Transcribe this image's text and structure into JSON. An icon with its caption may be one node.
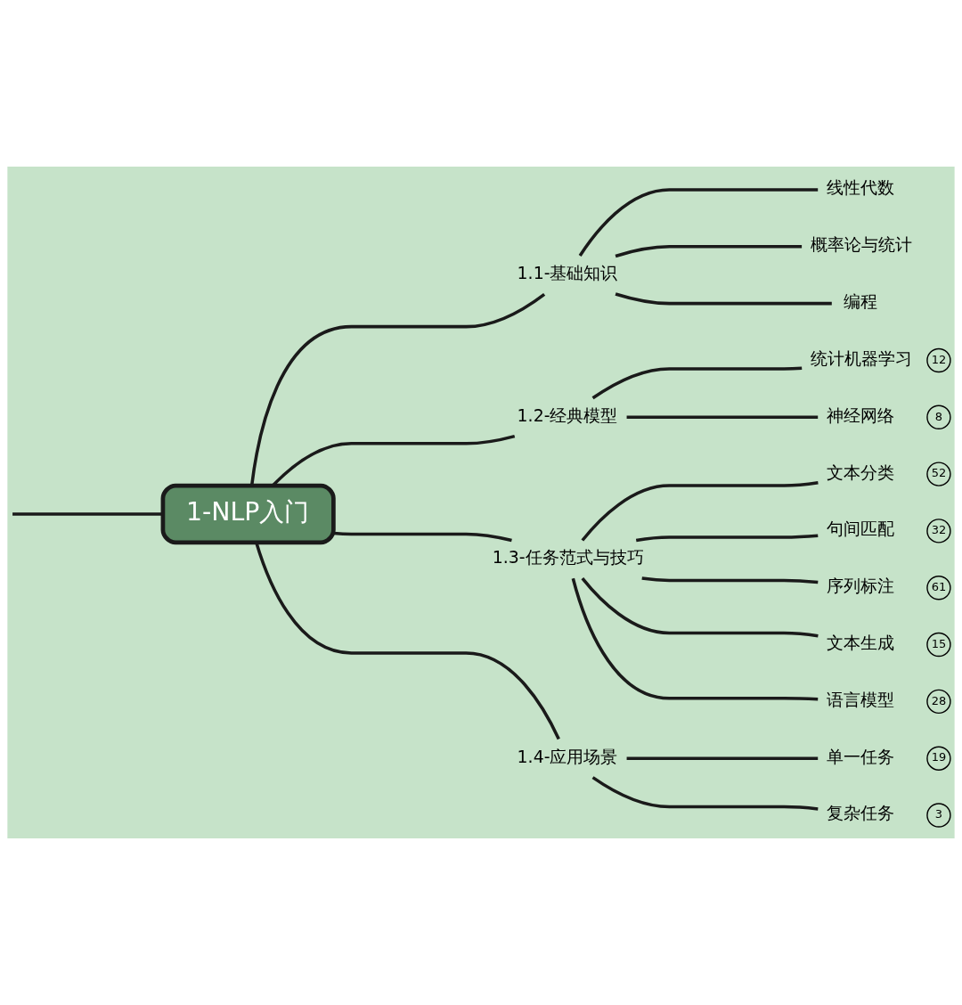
{
  "diagram": {
    "nodes": [
      {
        "text": [
          "1-NLP入门"
        ]
      },
      {
        "text": [
          "1.1-基础知识"
        ]
      },
      {
        "text": [
          "线性代数"
        ]
      },
      {
        "text": [
          "概率论与统计"
        ]
      },
      {
        "text": [
          "编程"
        ]
      },
      {
        "text": [
          "1.2-经典模型"
        ]
      },
      {
        "text": [
          "统计机器学习"
        ],
        "beside": [
          "12"
        ]
      },
      {
        "text": [
          "神经网络"
        ],
        "beside": [
          "8"
        ]
      },
      {
        "text": [
          "1.3-任务范式与技巧"
        ]
      },
      {
        "text": [
          "文本分类"
        ],
        "beside": [
          "52"
        ]
      },
      {
        "text": [
          "句间匹配"
        ],
        "beside": [
          "32"
        ]
      },
      {
        "text": [
          "序列标注"
        ],
        "beside": [
          "61"
        ]
      },
      {
        "text": [
          "文本生成"
        ],
        "beside": [
          "15"
        ]
      },
      {
        "text": [
          "语言模型"
        ],
        "beside": [
          "28"
        ]
      },
      {
        "text": [
          "1.4-应用场景"
        ]
      },
      {
        "text": [
          "单一任务"
        ],
        "beside": [
          "19"
        ]
      },
      {
        "text": [
          "复杂任务"
        ],
        "beside": [
          "3"
        ]
      }
    ],
    "edges": [
      {
        "from": null,
        "to": 0,
        "arrow": "none"
      },
      {
        "from": 0,
        "to": 1,
        "arrow": "none"
      },
      {
        "from": 1,
        "to": 2,
        "arrow": "none"
      },
      {
        "from": 1,
        "to": 3,
        "arrow": "none"
      },
      {
        "from": 1,
        "to": 4,
        "arrow": "none"
      },
      {
        "from": 0,
        "to": 5,
        "arrow": "none"
      },
      {
        "from": 5,
        "to": 6,
        "arrow": "none"
      },
      {
        "from": 5,
        "to": 7,
        "arrow": "none"
      },
      {
        "from": 0,
        "to": 8,
        "arrow": "none"
      },
      {
        "from": 8,
        "to": 9,
        "arrow": "none"
      },
      {
        "from": 8,
        "to": 10,
        "arrow": "none"
      },
      {
        "from": 8,
        "to": 11,
        "arrow": "none"
      },
      {
        "from": 8,
        "to": 12,
        "arrow": "none"
      },
      {
        "from": 8,
        "to": 13,
        "arrow": "none"
      },
      {
        "from": 0,
        "to": 14,
        "arrow": "none"
      },
      {
        "from": 14,
        "to": 15,
        "arrow": "none"
      },
      {
        "from": 14,
        "to": 16,
        "arrow": "none"
      }
    ]
  }
}
